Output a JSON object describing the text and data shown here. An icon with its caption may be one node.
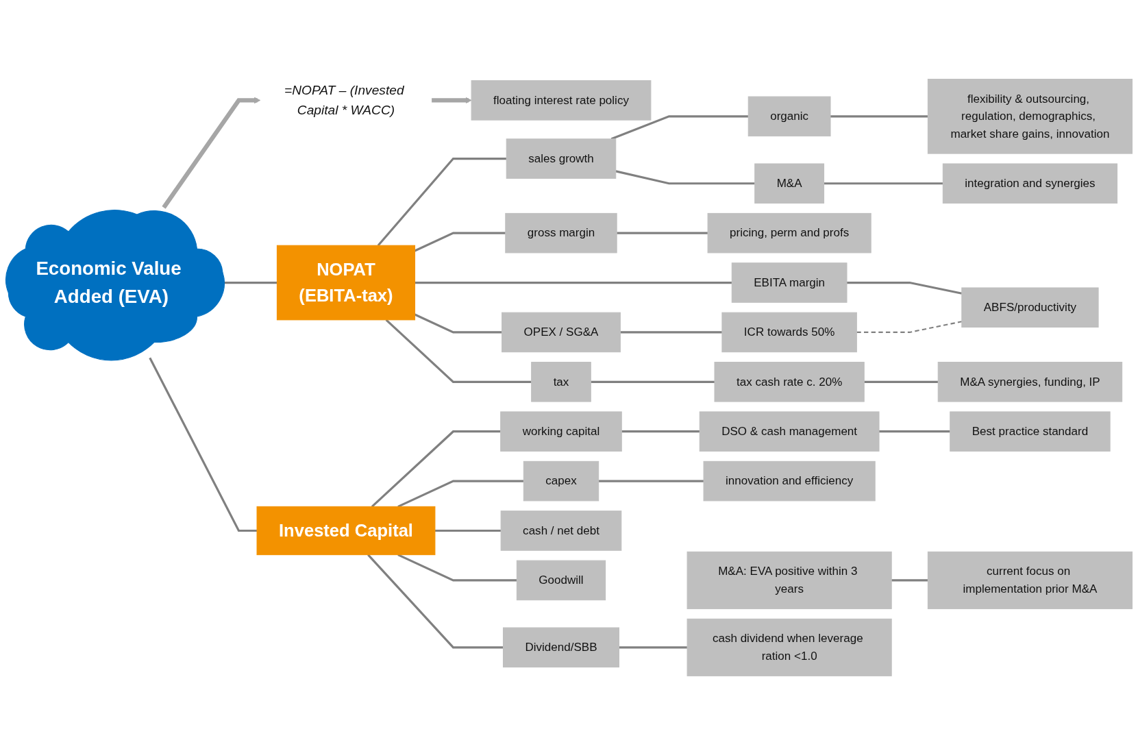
{
  "diagram": {
    "nodes": [
      {
        "text": [
          "Economic Value Added (EVA)"
        ]
      },
      {
        "text": [
          "=NOPAT – (Invested Capital * WACC)"
        ]
      },
      {
        "text": [
          "floating interest rate policy"
        ]
      },
      {
        "text": [
          "NOPAT",
          "(EBITA-tax)"
        ]
      },
      {
        "text": [
          "sales growth"
        ]
      },
      {
        "text": [
          "organic"
        ]
      },
      {
        "text": [
          "flexibility & outsourcing, regulation, demographics, market share gains, innovation"
        ]
      },
      {
        "text": [
          "M&A"
        ]
      },
      {
        "text": [
          "integration and synergies"
        ]
      },
      {
        "text": [
          "gross margin"
        ]
      },
      {
        "text": [
          "pricing, perm and profs"
        ]
      },
      {
        "text": [
          "OPEX / SG&A"
        ]
      },
      {
        "text": [
          "ICR towards 50%"
        ]
      },
      {
        "text": [
          "EBITA margin"
        ]
      },
      {
        "text": [
          "ABFS/productivity"
        ]
      },
      {
        "text": [
          "tax"
        ]
      },
      {
        "text": [
          "tax cash rate  c. 20%"
        ]
      },
      {
        "text": [
          "M&A synergies, funding, IP"
        ]
      },
      {
        "text": [
          "Invested Capital"
        ]
      },
      {
        "text": [
          "working capital"
        ]
      },
      {
        "text": [
          "DSO & cash management"
        ]
      },
      {
        "text": [
          "Best practice standard"
        ]
      },
      {
        "text": [
          "capex"
        ]
      },
      {
        "text": [
          "innovation and efficiency"
        ]
      },
      {
        "text": [
          "Goodwill"
        ]
      },
      {
        "text": [
          "M&A: EVA positive within 3 years"
        ]
      },
      {
        "text": [
          "current focus on implementation prior M&A"
        ]
      },
      {
        "text": [
          "cash / net debt"
        ]
      },
      {
        "text": [
          "Dividend/SBB"
        ]
      },
      {
        "text": [
          "cash dividend when leverage ration <1.0"
        ]
      }
    ],
    "edges": [
      {
        "from": 0,
        "to": 1,
        "arrow": "to",
        "style": "thick"
      },
      {
        "from": 1,
        "to": 2,
        "arrow": "to",
        "style": "thick"
      },
      {
        "from": 0,
        "to": 3,
        "arrow": "none"
      },
      {
        "from": 0,
        "to": 18,
        "arrow": "none"
      },
      {
        "from": 3,
        "to": 4,
        "arrow": "none"
      },
      {
        "from": 3,
        "to": 9,
        "arrow": "none"
      },
      {
        "from": 3,
        "to": 11,
        "arrow": "none"
      },
      {
        "from": 3,
        "to": 13,
        "arrow": "none"
      },
      {
        "from": 3,
        "to": 15,
        "arrow": "none"
      },
      {
        "from": 4,
        "to": 5,
        "arrow": "none"
      },
      {
        "from": 4,
        "to": 7,
        "arrow": "none"
      },
      {
        "from": 5,
        "to": 6,
        "arrow": "none"
      },
      {
        "from": 7,
        "to": 8,
        "arrow": "none"
      },
      {
        "from": 9,
        "to": 10,
        "arrow": "none"
      },
      {
        "from": 11,
        "to": 12,
        "arrow": "none"
      },
      {
        "from": 13,
        "to": 14,
        "arrow": "none"
      },
      {
        "from": 12,
        "to": 14,
        "arrow": "none",
        "style": "dashed"
      },
      {
        "from": 15,
        "to": 16,
        "arrow": "none"
      },
      {
        "from": 16,
        "to": 17,
        "arrow": "none"
      },
      {
        "from": 18,
        "to": 19,
        "arrow": "none"
      },
      {
        "from": 18,
        "to": 22,
        "arrow": "none"
      },
      {
        "from": 18,
        "to": 24,
        "arrow": "none"
      },
      {
        "from": 18,
        "to": 27,
        "arrow": "none"
      },
      {
        "from": 18,
        "to": 28,
        "arrow": "none"
      },
      {
        "from": 19,
        "to": 20,
        "arrow": "none"
      },
      {
        "from": 20,
        "to": 21,
        "arrow": "none"
      },
      {
        "from": 22,
        "to": 23,
        "arrow": "none"
      },
      {
        "from": 25,
        "to": 26,
        "arrow": "none"
      },
      {
        "from": 28,
        "to": 29,
        "arrow": "none"
      }
    ]
  }
}
